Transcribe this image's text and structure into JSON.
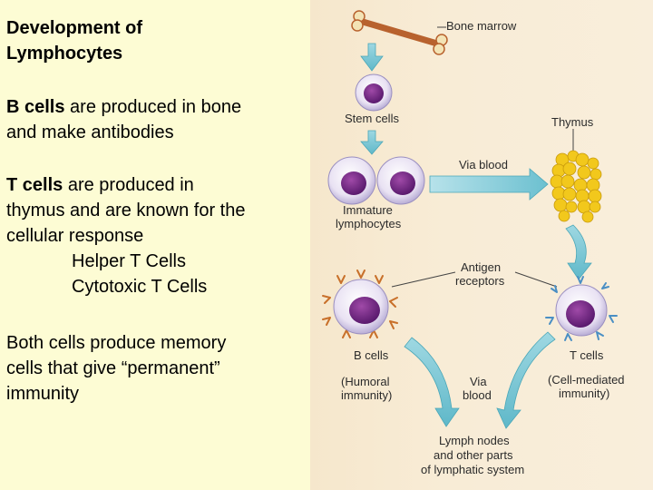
{
  "text": {
    "title_line1": "Development of",
    "title_line2": "Lymphocytes",
    "p1_bold": "B cells",
    "p1_rest": " are produced in bone",
    "p1_line2": "and make antibodies",
    "p2_bold": "T cells",
    "p2_rest": " are produced in",
    "p2_line2": "thymus and are known for the",
    "p2_line3": "cellular response",
    "p2_item1": "Helper T Cells",
    "p2_item2": "Cytotoxic T Cells",
    "p3_line1": "Both cells produce memory",
    "p3_line2": "cells that give “permanent”",
    "p3_line3": "immunity"
  },
  "diagram": {
    "bone_marrow": "Bone marrow",
    "stem_cells": "Stem cells",
    "thymus": "Thymus",
    "via_blood_1": "Via blood",
    "immature_1": "Immature",
    "immature_2": "lymphocytes",
    "antigen_1": "Antigen",
    "antigen_2": "receptors",
    "b_cells": "B cells",
    "t_cells": "T cells",
    "humoral_1": "(Humoral",
    "humoral_2": "immunity)",
    "via_2": "Via",
    "blood_2": "blood",
    "cellmed_1": "(Cell-mediated",
    "cellmed_2": "immunity)",
    "lymph_1": "Lymph nodes",
    "lymph_2": "and other parts",
    "lymph_3": "of lymphatic system"
  }
}
